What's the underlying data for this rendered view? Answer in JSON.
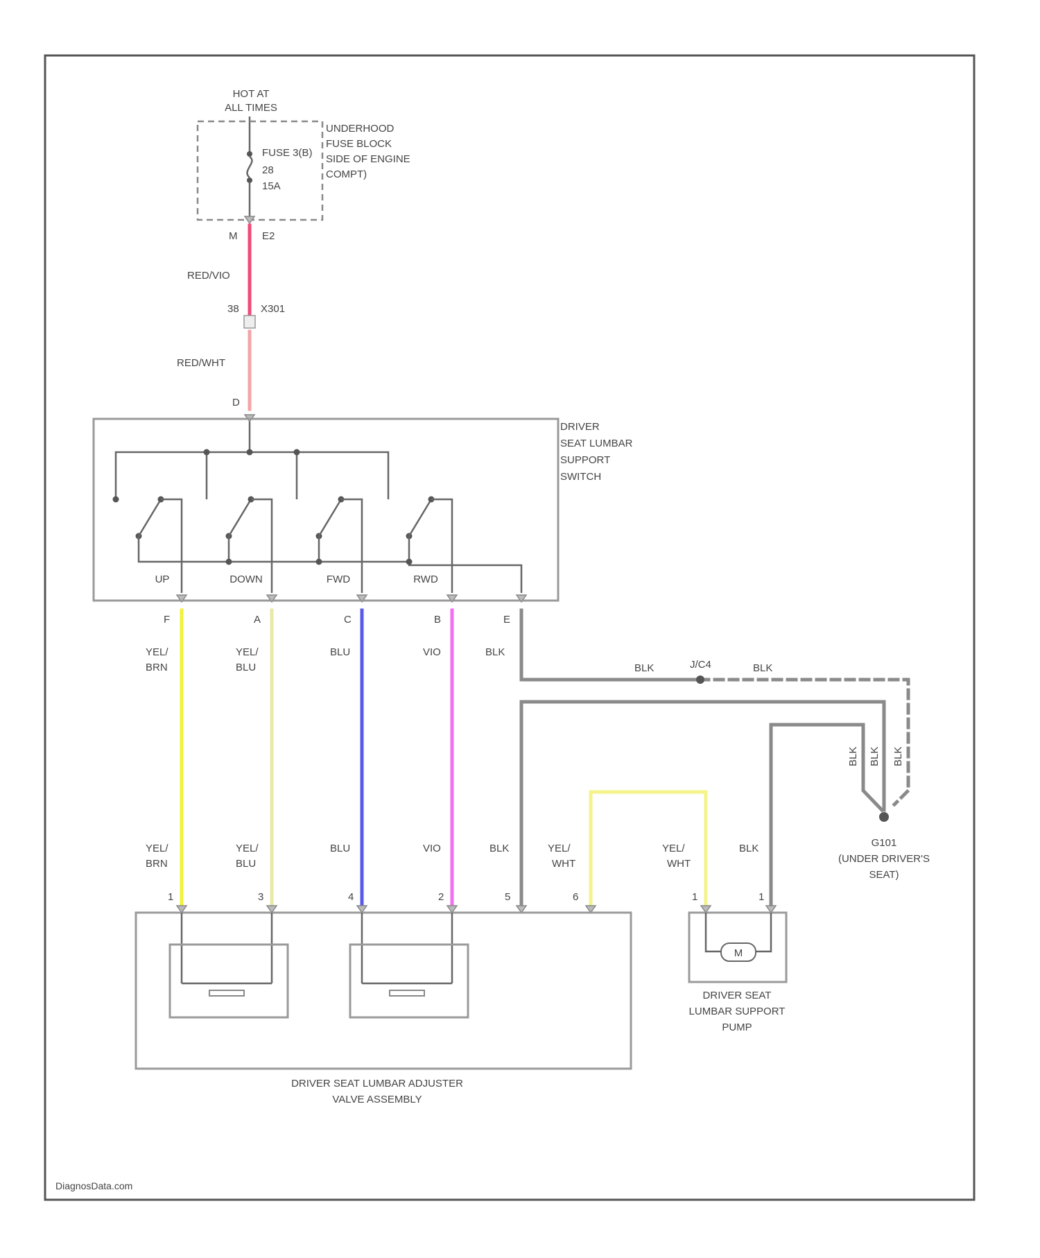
{
  "power": {
    "label_line1": "HOT AT",
    "label_line2": "ALL TIMES"
  },
  "fuse_block": {
    "name_lines": [
      "UNDERHOOD",
      "FUSE BLOCK",
      "SIDE OF ENGINE",
      "COMPT)"
    ],
    "fuse_lines": [
      "FUSE 3(B)",
      "28",
      "15A"
    ],
    "pin_left": "M",
    "pin_right": "E2"
  },
  "wires": {
    "w1_color": "RED/VIO",
    "connector_pin": "38",
    "connector_id": "X301",
    "w2_color": "RED/WHT",
    "switch_pin": "D"
  },
  "switch": {
    "name_lines": [
      "DRIVER",
      "SEAT LUMBAR",
      "SUPPORT",
      "SWITCH"
    ],
    "positions": [
      "UP",
      "DOWN",
      "FWD",
      "RWD"
    ],
    "pins": [
      "F",
      "A",
      "C",
      "B",
      "E"
    ],
    "wire_colors_top": [
      [
        "YEL/",
        "BRN"
      ],
      [
        "YEL/",
        "BLU"
      ],
      [
        "BLU"
      ],
      [
        "VIO"
      ],
      [
        "BLK"
      ]
    ]
  },
  "ground": {
    "wire_label_left": "BLK",
    "splice": "J/C4",
    "wire_label_right": "BLK",
    "vertical_labels": [
      "BLK",
      "BLK",
      "BLK"
    ],
    "name_lines": [
      "G101",
      "(UNDER DRIVER'S",
      "SEAT)"
    ]
  },
  "valve": {
    "wire_colors": [
      [
        "YEL/",
        "BRN"
      ],
      [
        "YEL/",
        "BLU"
      ],
      [
        "BLU"
      ],
      [
        "VIO"
      ],
      [
        "BLK"
      ],
      [
        "YEL/",
        "WHT"
      ]
    ],
    "pins": [
      "1",
      "3",
      "4",
      "2",
      "5",
      "6"
    ],
    "name_line1": "DRIVER SEAT LUMBAR ADJUSTER",
    "name_line2": "VALVE ASSEMBLY"
  },
  "pump": {
    "wire_colors": [
      [
        "YEL/",
        "WHT"
      ],
      [
        "BLK"
      ]
    ],
    "pins": [
      "1",
      "1"
    ],
    "motor_symbol": "M",
    "name_lines": [
      "DRIVER SEAT",
      "LUMBAR SUPPORT",
      "PUMP"
    ]
  },
  "watermark": "DiagnosData.com",
  "colors": {
    "red_vio": "#f04a78",
    "red_wht": "#f3a4a8",
    "yel_brn": "#f2f23a",
    "yel_blu": "#e8e8a8",
    "blu": "#5a5ae8",
    "vio": "#f26ef2",
    "blk": "#8a8a8a",
    "yel_wht": "#f4f48a"
  }
}
